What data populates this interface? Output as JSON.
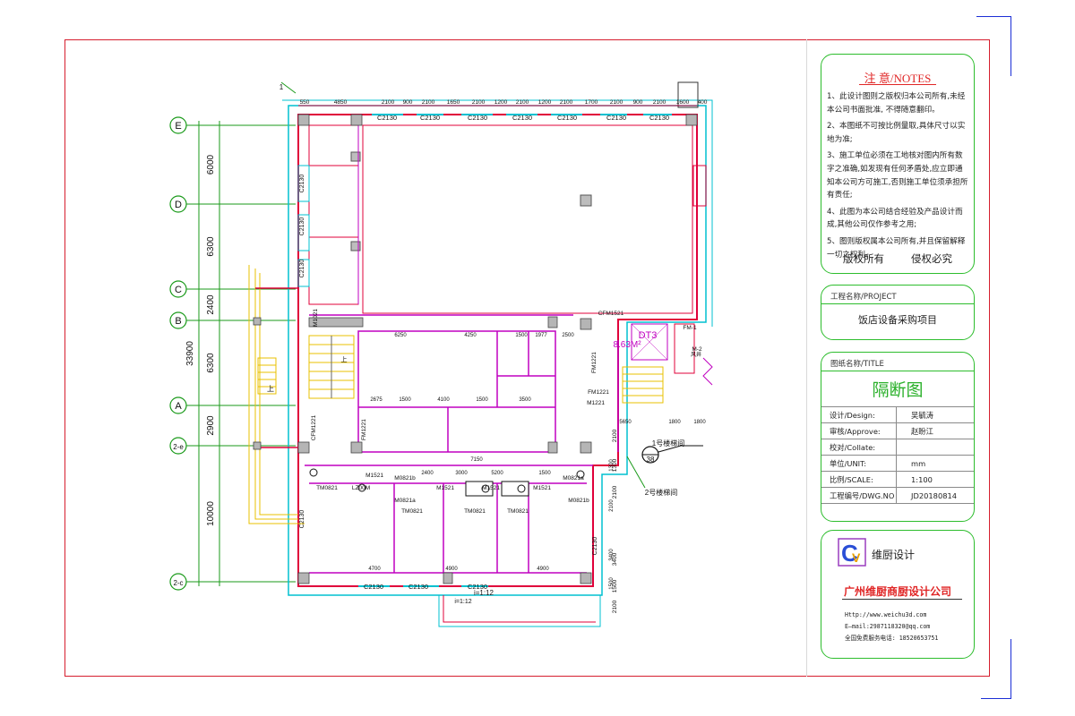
{
  "notes": {
    "title": "注 意/NOTES",
    "items": [
      "1、此设计图则之版权归本公司所有,未经本公司书面批准, 不得随意翻印。",
      "2、本图纸不可按比例量取,具体尺寸以实地为准;",
      "3、施工单位必须在工地核对图内所有数字之准确,如发现有任何矛盾处,应立即通知本公司方可施工,否则施工单位须承担所有责任;",
      "4、此图为本公司结合经验及产品设计而成,其他公司仅作参考之用;",
      "5、图则版权属本公司所有,并且保留解释一切之权利。"
    ],
    "footer_left": "版权所有",
    "footer_right": "侵权必究"
  },
  "project": {
    "label": "工程名称/PROJECT",
    "value": "饭店设备采购项目"
  },
  "drawing": {
    "label": "图纸名称/TITLE",
    "value": "隔断图",
    "fields": [
      {
        "label": "设计/Design:",
        "value": "吴毓涛"
      },
      {
        "label": "审核/Approve:",
        "value": "赵盼江"
      },
      {
        "label": "校对/Collate:",
        "value": ""
      },
      {
        "label": "单位/UNIT:",
        "value": "mm"
      },
      {
        "label": "比例/SCALE:",
        "value": "1:100"
      },
      {
        "label": "工程编号/DWG.NO",
        "value": "JD20180814"
      }
    ]
  },
  "company": {
    "logo_letters": "CV",
    "short_name": "维厨设计",
    "full_name": "广州维厨商厨设计公司",
    "website": "Http://www.weichu3d.com",
    "email": "E—mail:2987118320@qq.com",
    "hotline": "全国免费服务电话: 18520653751"
  },
  "plan": {
    "grid_axes": [
      "E",
      "D",
      "C",
      "B",
      "A",
      "2-e",
      "2-c"
    ],
    "left_dims": [
      "6000",
      "6300",
      "2400",
      "6300",
      "2900",
      "10000"
    ],
    "total_dim": "33900",
    "top_dims": [
      "550",
      "4850",
      "2100",
      "900",
      "2100",
      "1650",
      "2100",
      "1200",
      "2100",
      "1200",
      "2100",
      "1700",
      "2100",
      "900",
      "2100",
      "1600",
      "400"
    ],
    "top_windows": [
      "C2130",
      "C2130",
      "C2130",
      "C2130",
      "C2130",
      "C2130",
      "C2130",
      "C2130"
    ],
    "bottom_windows": [
      "C2130",
      "C2130",
      "C2130"
    ],
    "side_windows": [
      "C2130",
      "C2130",
      "C2130",
      "C2130",
      "C2130"
    ],
    "door_labels": [
      "M1021",
      "CFM1221",
      "FM1221",
      "FM1221",
      "FM1221",
      "M1221",
      "CFM1521",
      "FM-1",
      "M-2",
      "M1521",
      "M1521",
      "M1521",
      "M1521",
      "TM0821",
      "TM0821",
      "TM0821",
      "TM0821",
      "M0821b",
      "M0821a",
      "M0821a",
      "M0821b",
      "LZ00M"
    ],
    "interior_dims": [
      "6250",
      "4250",
      "1500",
      "1977",
      "2500",
      "2675",
      "1500",
      "4100",
      "1500",
      "3500",
      "7150",
      "4700",
      "4900",
      "4900",
      "5650",
      "1800",
      "1800",
      "2400",
      "3000",
      "5200",
      "1500",
      "3400",
      "1300",
      "2100",
      "1500"
    ],
    "right_dims": [
      "2100",
      "1300",
      "2100",
      "3400",
      "1500",
      "2100"
    ],
    "elevator": {
      "code": "DT3",
      "area": "8.63M²"
    },
    "section_marker": "38",
    "annotations": [
      "1号楼梯间",
      "2号楼梯间",
      "i=1:12",
      "i=1:12",
      "上",
      "上",
      "风井"
    ],
    "top_marker": "1"
  },
  "colors": {
    "frame": "#d61e2e",
    "panel": "#2dbd2d",
    "wall": "#e0003a",
    "partition": "#c000c0",
    "grid": "#1a9a1a",
    "window": "#00c0d0",
    "dimension": "#e0003a"
  }
}
